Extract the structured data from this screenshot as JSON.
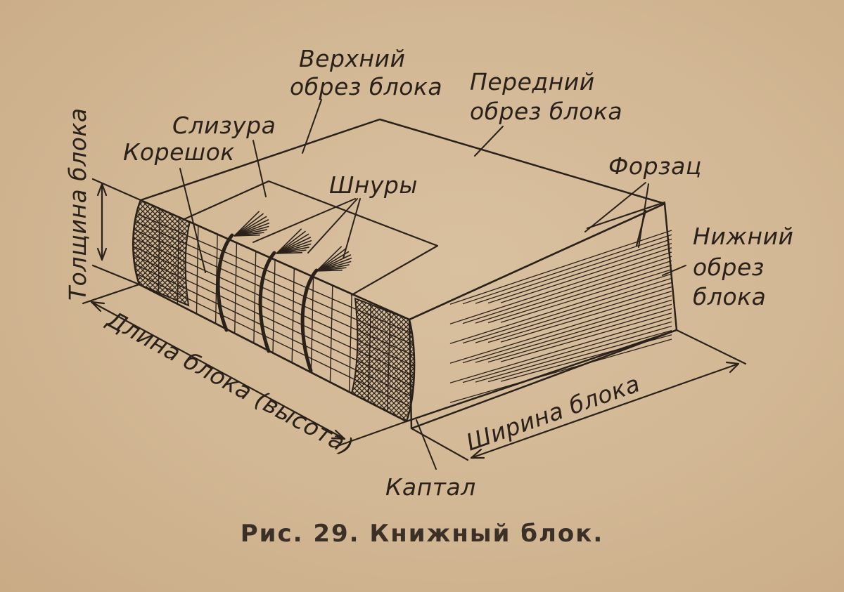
{
  "labels": {
    "verkhniy_1": "Верхний",
    "verkhniy_2": "обрез блока",
    "peredniy_1": "Передний",
    "peredniy_2": "обрез блока",
    "slizura": "Слизура",
    "koreshok": "Корешок",
    "shnury": "Шнуры",
    "forzats": "Форзац",
    "nizhniy_1": "Нижний",
    "nizhniy_2": "обрез",
    "nizhniy_3": "блока",
    "tolshchina": "Толщина блока",
    "dlina": "Длина блока (высота)",
    "shirina": "Ширина блока",
    "kaptal": "Каптал"
  },
  "caption": "Рис. 29. Книжный блок.",
  "colors": {
    "paper": "#d3b896",
    "ink": "#2a211a"
  }
}
